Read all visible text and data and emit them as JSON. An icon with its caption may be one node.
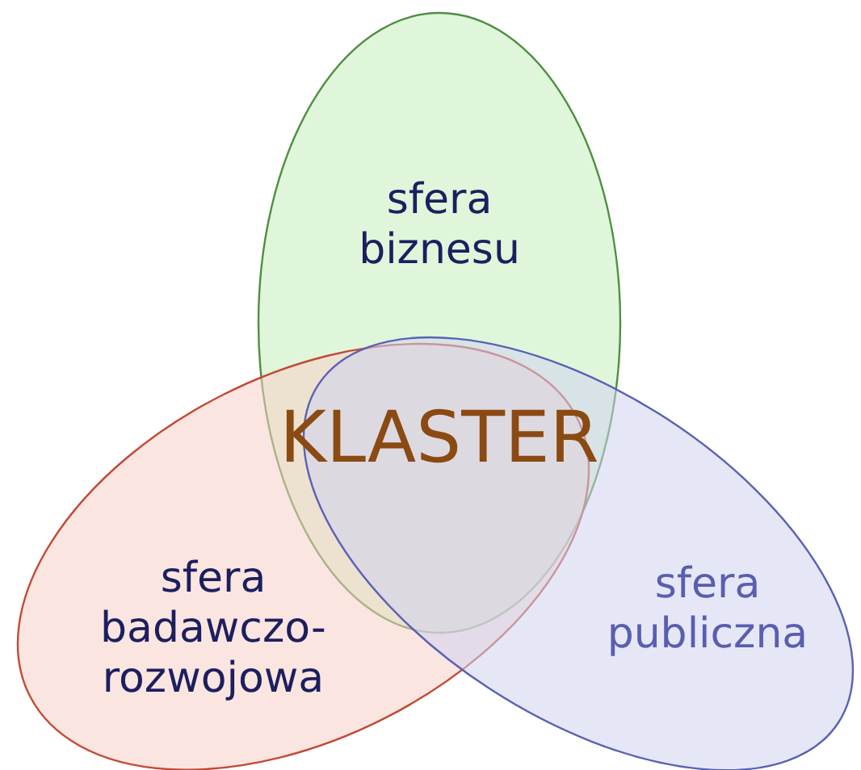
{
  "diagram": {
    "nodes": [
      {
        "text": [
          "sfera biznesu"
        ]
      },
      {
        "text": [
          "sfera badawczo-rozwojowa"
        ]
      },
      {
        "text": [
          "sfera publiczna"
        ]
      }
    ],
    "labels": [
      "KLASTER"
    ]
  }
}
